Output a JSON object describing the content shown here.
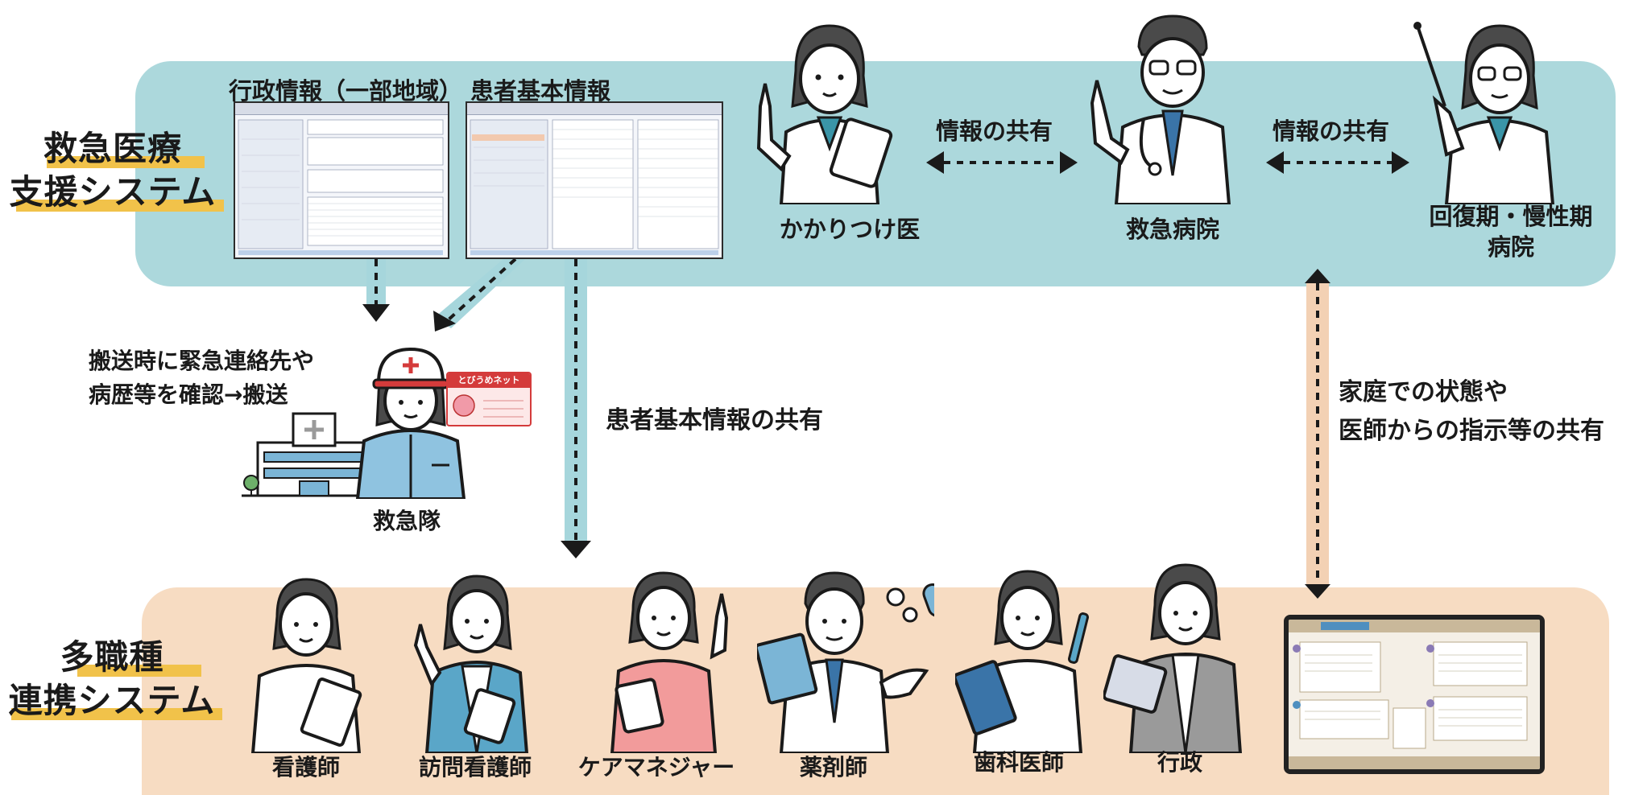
{
  "emergency_system": {
    "title_line1": "救急医療",
    "title_line2": "支援システム",
    "screen_admin_label": "行政情報（一部地域）",
    "screen_patient_label": "患者基本情報",
    "family_doctor": "かかりつけ医",
    "emergency_hospital": "救急病院",
    "recovery_hospital_line1": "回復期・慢性期",
    "recovery_hospital_line2": "病院",
    "share_left": "情報の共有",
    "share_right": "情報の共有"
  },
  "ambulance": {
    "note_line1": "搬送時に緊急連絡先や",
    "note_line2": "病歴等を確認→搬送",
    "card_title": "とびうめネット",
    "label": "救急隊"
  },
  "flows": {
    "patient_info_share": "患者基本情報の共有",
    "home_status_line1": "家庭での状態や",
    "home_status_line2": "医師からの指示等の共有"
  },
  "multi_system": {
    "title_line1": "多職種",
    "title_line2": "連携システム",
    "roles": [
      "看護師",
      "訪問看護師",
      "ケアマネジャー",
      "薬剤師",
      "歯科医師",
      "行政"
    ]
  },
  "colors": {
    "emergency_band": "#acd8dc",
    "multi_band": "#f7dcc2",
    "highlight": "#f1c24a",
    "arrow_blue": "#a6d6dc",
    "arrow_peach": "#f3d1b4"
  }
}
